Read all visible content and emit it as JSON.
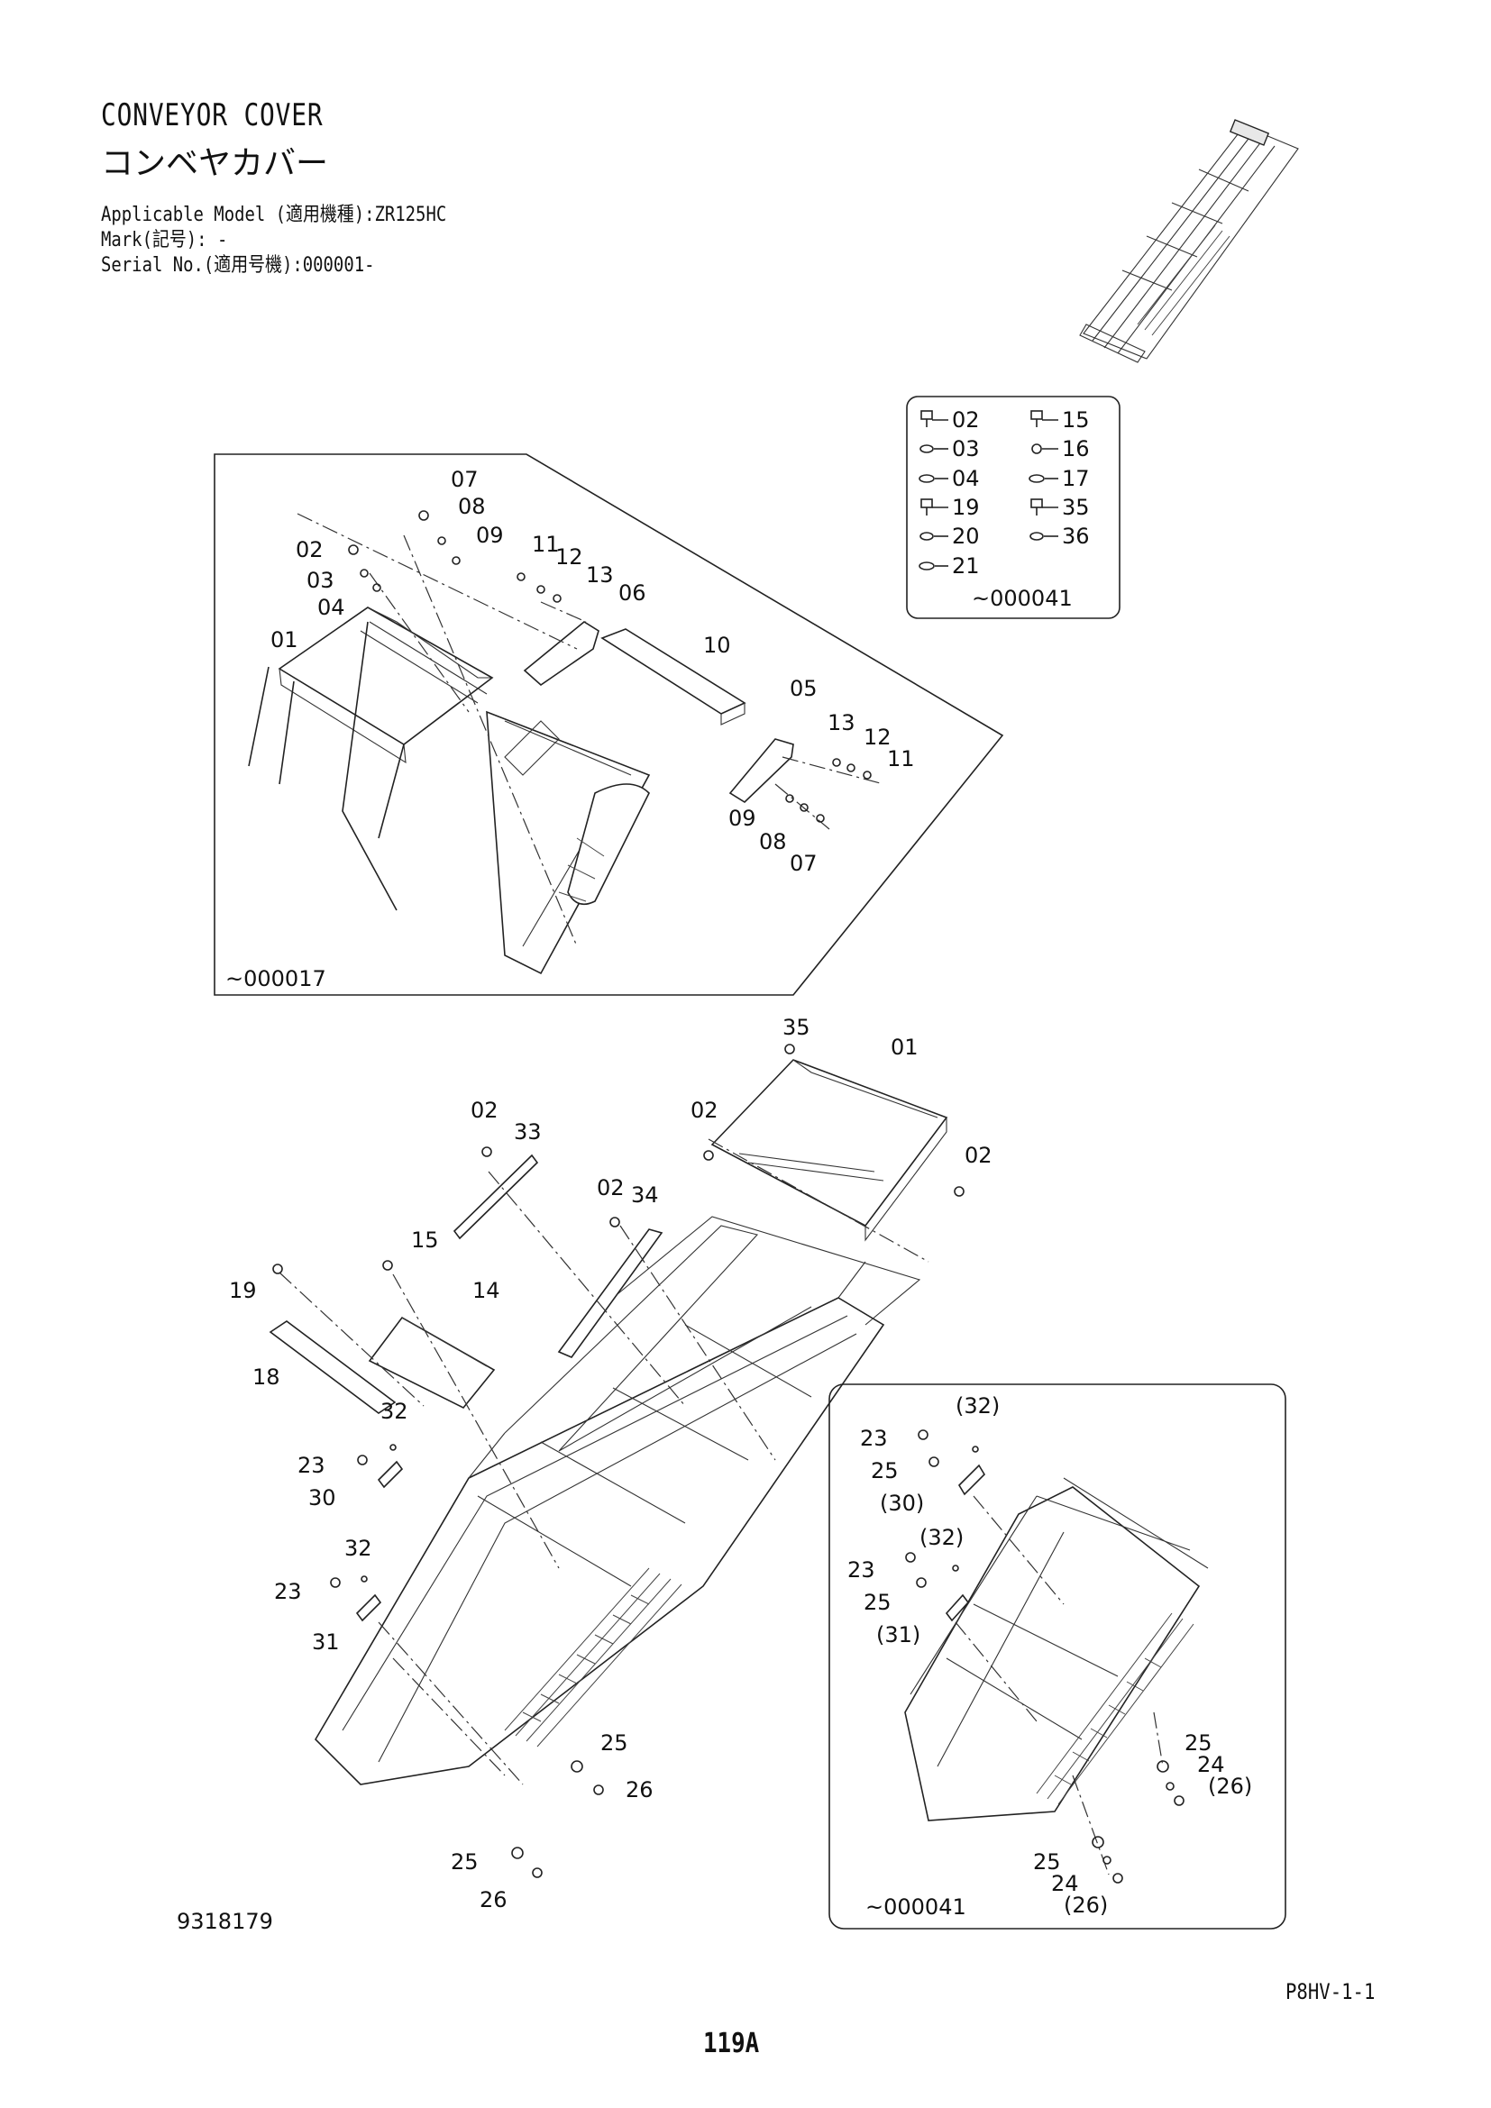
{
  "header": {
    "title_en": "CONVEYOR COVER",
    "title_jp": "コンベヤカバー",
    "model_line": "Applicable Model (適用機種):ZR125HC",
    "mark_line": "Mark(記号): -",
    "serial_line": "Serial No.(適用号機):000001-"
  },
  "fastener_legend": {
    "items": [
      "02",
      "15",
      "03",
      "16",
      "04",
      "17",
      "19",
      "35",
      "20",
      "36",
      "21"
    ],
    "serial": "~000041"
  },
  "upper_detail": {
    "serial": "~000017",
    "labels": [
      "07",
      "08",
      "09",
      "02",
      "03",
      "04",
      "11",
      "12",
      "13",
      "06",
      "01",
      "10",
      "05",
      "13",
      "12",
      "11",
      "09",
      "08",
      "07"
    ]
  },
  "main_view": {
    "labels": [
      "35",
      "01",
      "02",
      "02",
      "02",
      "33",
      "02",
      "34",
      "15",
      "19",
      "14",
      "18",
      "32",
      "23",
      "30",
      "32",
      "23",
      "31",
      "25",
      "26",
      "25",
      "26"
    ]
  },
  "inset_view": {
    "serial": "~000041",
    "labels": [
      "(32)",
      "23",
      "25",
      "(30)",
      "(32)",
      "23",
      "25",
      "(31)",
      "25",
      "24",
      "(26)",
      "25",
      "24",
      "(26)"
    ]
  },
  "footer": {
    "drawing_no": "9318179",
    "page_ref": "P8HV-1-1",
    "page_no": "119A"
  }
}
